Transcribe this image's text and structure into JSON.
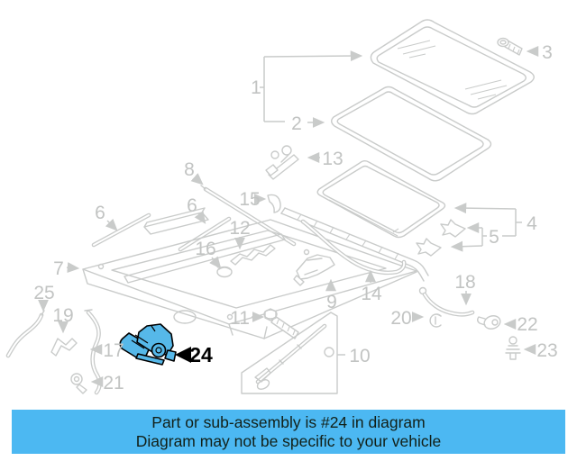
{
  "banner": {
    "line1": "Part or sub-assembly is #24 in diagram",
    "line2": "Diagram may not be specific to your vehicle",
    "background": "#4cb8f2",
    "text_color": "#122018"
  },
  "diagram": {
    "type": "exploded-parts-diagram",
    "subject": "sunroof assembly",
    "highlighted_part": "24",
    "line_color": "#c9cbca",
    "label_color": "#c2c4c3",
    "highlight_fill": "#56b8e9",
    "highlight_stroke": "#000000",
    "labels": {
      "p1": "1",
      "p2": "2",
      "p3": "3",
      "p4": "4",
      "p5": "5",
      "p6": "6",
      "p7": "7",
      "p8": "8",
      "p9": "9",
      "p10": "10",
      "p11": "11",
      "p12": "12",
      "p13": "13",
      "p14": "14",
      "p15": "15",
      "p16": "16",
      "p17": "17",
      "p18": "18",
      "p19": "19",
      "p20": "20",
      "p21": "21",
      "p22": "22",
      "p23": "23",
      "p24": "24",
      "p25": "25"
    }
  }
}
